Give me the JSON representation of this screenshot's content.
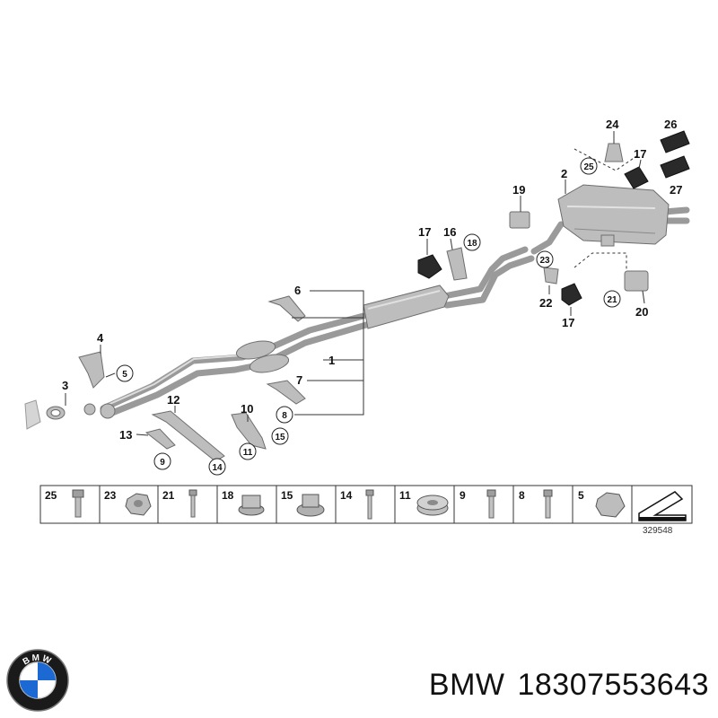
{
  "diagram": {
    "callouts": [
      "1",
      "2",
      "3",
      "4",
      "5",
      "6",
      "7",
      "8",
      "9",
      "10",
      "11",
      "12",
      "13",
      "14",
      "15",
      "16",
      "17",
      "17",
      "17",
      "18",
      "19",
      "20",
      "21",
      "22",
      "23",
      "24",
      "25",
      "26",
      "27"
    ],
    "parts_strip": [
      "25",
      "23",
      "21",
      "18",
      "15",
      "14",
      "11",
      "9",
      "8",
      "5"
    ],
    "doc_number": "329548"
  },
  "brand": {
    "logo_text": "BMW",
    "name": "BMW",
    "part_number": "18307553643"
  },
  "colors": {
    "brand_blue": "#1c69d4",
    "logo_ring": "#1a1a1a"
  }
}
